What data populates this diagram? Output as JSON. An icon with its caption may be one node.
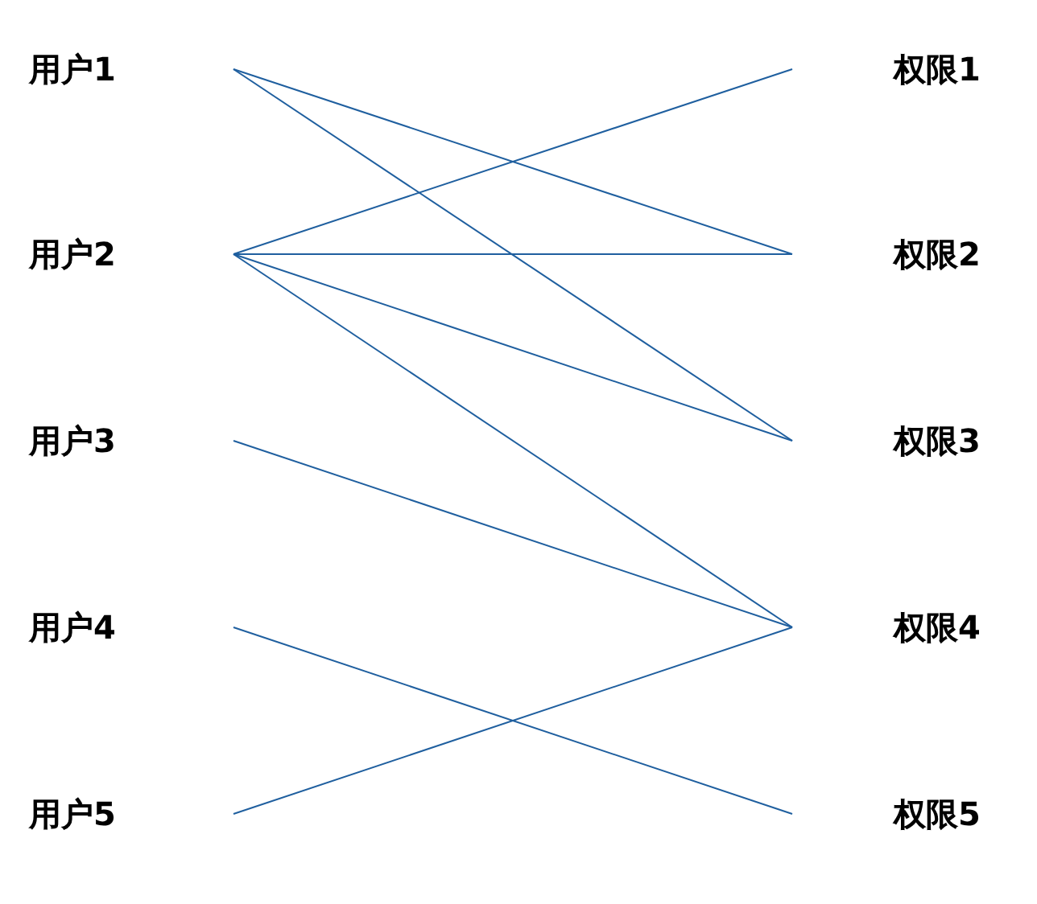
{
  "diagram": {
    "nodes": [
      {
        "text": [
          "用户1"
        ]
      },
      {
        "text": [
          "用户2"
        ]
      },
      {
        "text": [
          "用户3"
        ]
      },
      {
        "text": [
          "用户4"
        ]
      },
      {
        "text": [
          "用户5"
        ]
      },
      {
        "text": [
          "权限1"
        ]
      },
      {
        "text": [
          "权限2"
        ]
      },
      {
        "text": [
          "权限3"
        ]
      },
      {
        "text": [
          "权限4"
        ]
      },
      {
        "text": [
          "权限5"
        ]
      }
    ],
    "edges": [
      {
        "from": 0,
        "to": 6,
        "arrow": "none"
      },
      {
        "from": 0,
        "to": 7,
        "arrow": "none"
      },
      {
        "from": 1,
        "to": 5,
        "arrow": "none"
      },
      {
        "from": 1,
        "to": 6,
        "arrow": "none"
      },
      {
        "from": 1,
        "to": 7,
        "arrow": "none"
      },
      {
        "from": 1,
        "to": 8,
        "arrow": "none"
      },
      {
        "from": 2,
        "to": 8,
        "arrow": "none"
      },
      {
        "from": 3,
        "to": 9,
        "arrow": "none"
      },
      {
        "from": 4,
        "to": 8,
        "arrow": "none"
      }
    ]
  }
}
